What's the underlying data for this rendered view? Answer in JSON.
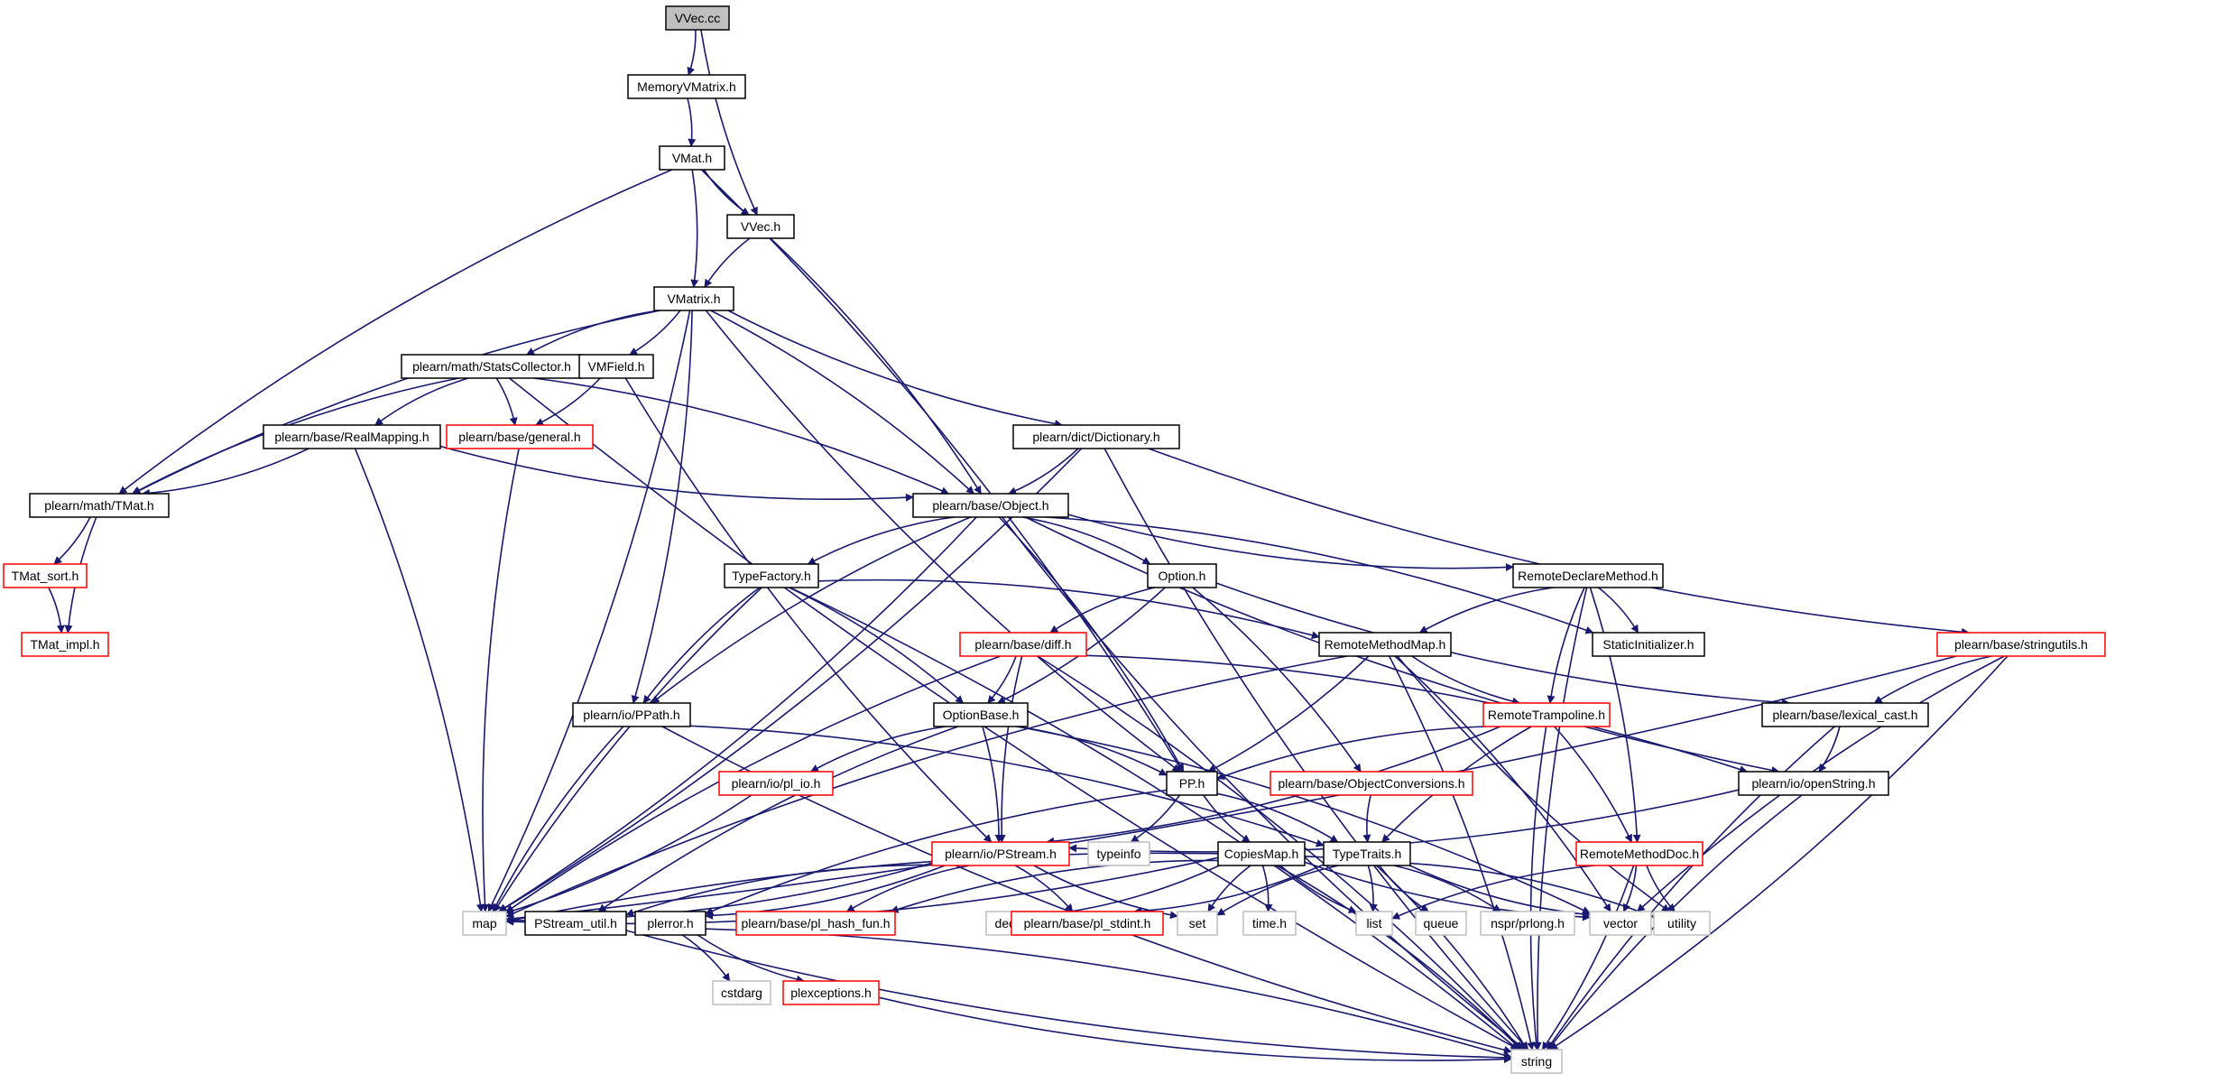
{
  "colors": {
    "edge": "#191970",
    "root_fill": "#bfbfbf",
    "border_documented": "#000000",
    "border_truncated": "#ff0000",
    "border_external": "#bfbfbf"
  },
  "graph": {
    "nodes": [
      {
        "id": "vvec_cc",
        "label": "VVec.cc",
        "kind": "root"
      },
      {
        "id": "memoryvmatrix_h",
        "label": "MemoryVMatrix.h",
        "kind": "doc"
      },
      {
        "id": "vmat_h",
        "label": "VMat.h",
        "kind": "doc"
      },
      {
        "id": "vvec_h",
        "label": "VVec.h",
        "kind": "doc"
      },
      {
        "id": "vmatrix_h",
        "label": "VMatrix.h",
        "kind": "doc"
      },
      {
        "id": "statscollector_h",
        "label": "plearn/math/StatsCollector.h",
        "kind": "doc"
      },
      {
        "id": "vmfield_h",
        "label": "VMField.h",
        "kind": "doc"
      },
      {
        "id": "realmapping_h",
        "label": "plearn/base/RealMapping.h",
        "kind": "doc"
      },
      {
        "id": "general_h",
        "label": "plearn/base/general.h",
        "kind": "trunc"
      },
      {
        "id": "dictionary_h",
        "label": "plearn/dict/Dictionary.h",
        "kind": "doc"
      },
      {
        "id": "tmat_h",
        "label": "plearn/math/TMat.h",
        "kind": "doc"
      },
      {
        "id": "object_h",
        "label": "plearn/base/Object.h",
        "kind": "doc"
      },
      {
        "id": "tmat_sort_h",
        "label": "TMat_sort.h",
        "kind": "trunc"
      },
      {
        "id": "tmat_impl_h",
        "label": "TMat_impl.h",
        "kind": "trunc"
      },
      {
        "id": "typefactory_h",
        "label": "TypeFactory.h",
        "kind": "doc"
      },
      {
        "id": "option_h",
        "label": "Option.h",
        "kind": "doc"
      },
      {
        "id": "remotedeclaremethod_h",
        "label": "RemoteDeclareMethod.h",
        "kind": "doc"
      },
      {
        "id": "diff_h",
        "label": "plearn/base/diff.h",
        "kind": "trunc"
      },
      {
        "id": "remotemethodmap_h",
        "label": "RemoteMethodMap.h",
        "kind": "doc"
      },
      {
        "id": "staticinitializer_h",
        "label": "StaticInitializer.h",
        "kind": "doc"
      },
      {
        "id": "stringutils_h",
        "label": "plearn/base/stringutils.h",
        "kind": "trunc"
      },
      {
        "id": "ppath_h",
        "label": "plearn/io/PPath.h",
        "kind": "doc"
      },
      {
        "id": "optionbase_h",
        "label": "OptionBase.h",
        "kind": "doc"
      },
      {
        "id": "remotetrampoline_h",
        "label": "RemoteTrampoline.h",
        "kind": "trunc"
      },
      {
        "id": "lexical_cast_h",
        "label": "plearn/base/lexical_cast.h",
        "kind": "doc"
      },
      {
        "id": "pp_h",
        "label": "PP.h",
        "kind": "doc"
      },
      {
        "id": "pl_io_h",
        "label": "plearn/io/pl_io.h",
        "kind": "trunc"
      },
      {
        "id": "objectconversions_h",
        "label": "plearn/base/ObjectConversions.h",
        "kind": "trunc"
      },
      {
        "id": "openstring_h",
        "label": "plearn/io/openString.h",
        "kind": "doc"
      },
      {
        "id": "pstream_h",
        "label": "plearn/io/PStream.h",
        "kind": "trunc"
      },
      {
        "id": "typeinfo",
        "label": "typeinfo",
        "kind": "ext"
      },
      {
        "id": "copiesmap_h",
        "label": "CopiesMap.h",
        "kind": "doc"
      },
      {
        "id": "typetraits_h",
        "label": "TypeTraits.h",
        "kind": "doc"
      },
      {
        "id": "remotemethoddoc_h",
        "label": "RemoteMethodDoc.h",
        "kind": "trunc"
      },
      {
        "id": "map",
        "label": "map",
        "kind": "ext"
      },
      {
        "id": "pstream_util_h",
        "label": "PStream_util.h",
        "kind": "doc"
      },
      {
        "id": "plerror_h",
        "label": "plerror.h",
        "kind": "doc"
      },
      {
        "id": "pl_hash_fun_h",
        "label": "plearn/base/pl_hash_fun.h",
        "kind": "trunc"
      },
      {
        "id": "deque",
        "label": "deque",
        "kind": "ext"
      },
      {
        "id": "pl_stdint_h",
        "label": "plearn/base/pl_stdint.h",
        "kind": "trunc"
      },
      {
        "id": "set",
        "label": "set",
        "kind": "ext"
      },
      {
        "id": "time_h",
        "label": "time.h",
        "kind": "ext"
      },
      {
        "id": "list",
        "label": "list",
        "kind": "ext"
      },
      {
        "id": "queue",
        "label": "queue",
        "kind": "ext"
      },
      {
        "id": "nspr_prlong_h",
        "label": "nspr/prlong.h",
        "kind": "ext"
      },
      {
        "id": "vector",
        "label": "vector",
        "kind": "ext"
      },
      {
        "id": "utility",
        "label": "utility",
        "kind": "ext"
      },
      {
        "id": "cstdarg",
        "label": "cstdarg",
        "kind": "ext"
      },
      {
        "id": "plexceptions_h",
        "label": "plexceptions.h",
        "kind": "trunc"
      },
      {
        "id": "string",
        "label": "string",
        "kind": "ext"
      }
    ],
    "edges": [
      [
        "vvec_cc",
        "memoryvmatrix_h"
      ],
      [
        "vvec_cc",
        "vvec_h"
      ],
      [
        "memoryvmatrix_h",
        "vmat_h"
      ],
      [
        "vmat_h",
        "vvec_h"
      ],
      [
        "vmat_h",
        "vmatrix_h"
      ],
      [
        "vmat_h",
        "tmat_h"
      ],
      [
        "vmat_h",
        "pp_h"
      ],
      [
        "vvec_h",
        "vmatrix_h"
      ],
      [
        "vvec_h",
        "object_h"
      ],
      [
        "vmatrix_h",
        "statscollector_h"
      ],
      [
        "vmatrix_h",
        "vmfield_h"
      ],
      [
        "vmatrix_h",
        "dictionary_h"
      ],
      [
        "vmatrix_h",
        "object_h"
      ],
      [
        "vmatrix_h",
        "tmat_h"
      ],
      [
        "vmatrix_h",
        "ppath_h"
      ],
      [
        "vmatrix_h",
        "pp_h"
      ],
      [
        "vmatrix_h",
        "map"
      ],
      [
        "statscollector_h",
        "realmapping_h"
      ],
      [
        "statscollector_h",
        "general_h"
      ],
      [
        "statscollector_h",
        "tmat_h"
      ],
      [
        "statscollector_h",
        "object_h"
      ],
      [
        "statscollector_h",
        "string"
      ],
      [
        "vmfield_h",
        "general_h"
      ],
      [
        "vmfield_h",
        "pstream_h"
      ],
      [
        "realmapping_h",
        "tmat_h"
      ],
      [
        "realmapping_h",
        "object_h"
      ],
      [
        "realmapping_h",
        "map"
      ],
      [
        "general_h",
        "map"
      ],
      [
        "dictionary_h",
        "object_h"
      ],
      [
        "dictionary_h",
        "stringutils_h"
      ],
      [
        "dictionary_h",
        "map"
      ],
      [
        "dictionary_h",
        "string"
      ],
      [
        "tmat_h",
        "tmat_sort_h"
      ],
      [
        "tmat_h",
        "tmat_impl_h"
      ],
      [
        "tmat_sort_h",
        "tmat_impl_h"
      ],
      [
        "object_h",
        "typefactory_h"
      ],
      [
        "object_h",
        "option_h"
      ],
      [
        "object_h",
        "remotedeclaremethod_h"
      ],
      [
        "object_h",
        "staticinitializer_h"
      ],
      [
        "object_h",
        "ppath_h"
      ],
      [
        "object_h",
        "pp_h"
      ],
      [
        "object_h",
        "openstring_h"
      ],
      [
        "object_h",
        "map"
      ],
      [
        "object_h",
        "string"
      ],
      [
        "typefactory_h",
        "remotemethodmap_h"
      ],
      [
        "typefactory_h",
        "ppath_h"
      ],
      [
        "typefactory_h",
        "optionbase_h"
      ],
      [
        "typefactory_h",
        "map"
      ],
      [
        "typefactory_h",
        "string"
      ],
      [
        "option_h",
        "diff_h"
      ],
      [
        "option_h",
        "optionbase_h"
      ],
      [
        "option_h",
        "lexical_cast_h"
      ],
      [
        "option_h",
        "objectconversions_h"
      ],
      [
        "remotedeclaremethod_h",
        "remotemethodmap_h"
      ],
      [
        "remotedeclaremethod_h",
        "staticinitializer_h"
      ],
      [
        "remotedeclaremethod_h",
        "remotetrampoline_h"
      ],
      [
        "remotedeclaremethod_h",
        "remotemethoddoc_h"
      ],
      [
        "remotedeclaremethod_h",
        "string"
      ],
      [
        "diff_h",
        "optionbase_h"
      ],
      [
        "diff_h",
        "pstream_h"
      ],
      [
        "diff_h",
        "openstring_h"
      ],
      [
        "diff_h",
        "map"
      ],
      [
        "diff_h",
        "string"
      ],
      [
        "remotemethodmap_h",
        "remotetrampoline_h"
      ],
      [
        "remotemethodmap_h",
        "pp_h"
      ],
      [
        "remotemethodmap_h",
        "map"
      ],
      [
        "remotemethodmap_h",
        "vector"
      ],
      [
        "remotemethodmap_h",
        "utility"
      ],
      [
        "remotemethodmap_h",
        "string"
      ],
      [
        "stringutils_h",
        "lexical_cast_h"
      ],
      [
        "stringutils_h",
        "map"
      ],
      [
        "stringutils_h",
        "vector"
      ],
      [
        "stringutils_h",
        "string"
      ],
      [
        "ppath_h",
        "map"
      ],
      [
        "ppath_h",
        "typetraits_h"
      ],
      [
        "ppath_h",
        "string"
      ],
      [
        "optionbase_h",
        "pp_h"
      ],
      [
        "optionbase_h",
        "pl_io_h"
      ],
      [
        "optionbase_h",
        "pstream_h"
      ],
      [
        "optionbase_h",
        "pstream_util_h"
      ],
      [
        "optionbase_h",
        "vector"
      ],
      [
        "remotetrampoline_h",
        "pp_h"
      ],
      [
        "remotetrampoline_h",
        "pstream_h"
      ],
      [
        "remotetrampoline_h",
        "typetraits_h"
      ],
      [
        "remotetrampoline_h",
        "remotemethoddoc_h"
      ],
      [
        "remotetrampoline_h",
        "string"
      ],
      [
        "lexical_cast_h",
        "openstring_h"
      ],
      [
        "lexical_cast_h",
        "string"
      ],
      [
        "pp_h",
        "typeinfo"
      ],
      [
        "pp_h",
        "copiesmap_h"
      ],
      [
        "pp_h",
        "typetraits_h"
      ],
      [
        "pp_h",
        "plerror_h"
      ],
      [
        "pl_io_h",
        "map"
      ],
      [
        "objectconversions_h",
        "typetraits_h"
      ],
      [
        "openstring_h",
        "pstream_h"
      ],
      [
        "openstring_h",
        "string"
      ],
      [
        "pstream_h",
        "map"
      ],
      [
        "pstream_h",
        "pstream_util_h"
      ],
      [
        "pstream_h",
        "plerror_h"
      ],
      [
        "pstream_h",
        "pl_hash_fun_h"
      ],
      [
        "pstream_h",
        "pl_stdint_h"
      ],
      [
        "pstream_h",
        "set"
      ],
      [
        "copiesmap_h",
        "map"
      ],
      [
        "copiesmap_h",
        "set"
      ],
      [
        "copiesmap_h",
        "time_h"
      ],
      [
        "copiesmap_h",
        "list"
      ],
      [
        "copiesmap_h",
        "deque"
      ],
      [
        "copiesmap_h",
        "vector"
      ],
      [
        "copiesmap_h",
        "string"
      ],
      [
        "copiesmap_h",
        "pl_hash_fun_h"
      ],
      [
        "typetraits_h",
        "list"
      ],
      [
        "typetraits_h",
        "queue"
      ],
      [
        "typetraits_h",
        "nspr_prlong_h"
      ],
      [
        "typetraits_h",
        "vector"
      ],
      [
        "typetraits_h",
        "utility"
      ],
      [
        "typetraits_h",
        "set"
      ],
      [
        "typetraits_h",
        "pl_stdint_h"
      ],
      [
        "typetraits_h",
        "map"
      ],
      [
        "typetraits_h",
        "string"
      ],
      [
        "remotemethoddoc_h",
        "list"
      ],
      [
        "remotemethoddoc_h",
        "vector"
      ],
      [
        "remotemethoddoc_h",
        "utility"
      ],
      [
        "remotemethoddoc_h",
        "string"
      ],
      [
        "pstream_util_h",
        "string"
      ],
      [
        "plerror_h",
        "cstdarg"
      ],
      [
        "plerror_h",
        "plexceptions_h"
      ],
      [
        "plerror_h",
        "string"
      ],
      [
        "plexceptions_h",
        "string"
      ]
    ]
  }
}
